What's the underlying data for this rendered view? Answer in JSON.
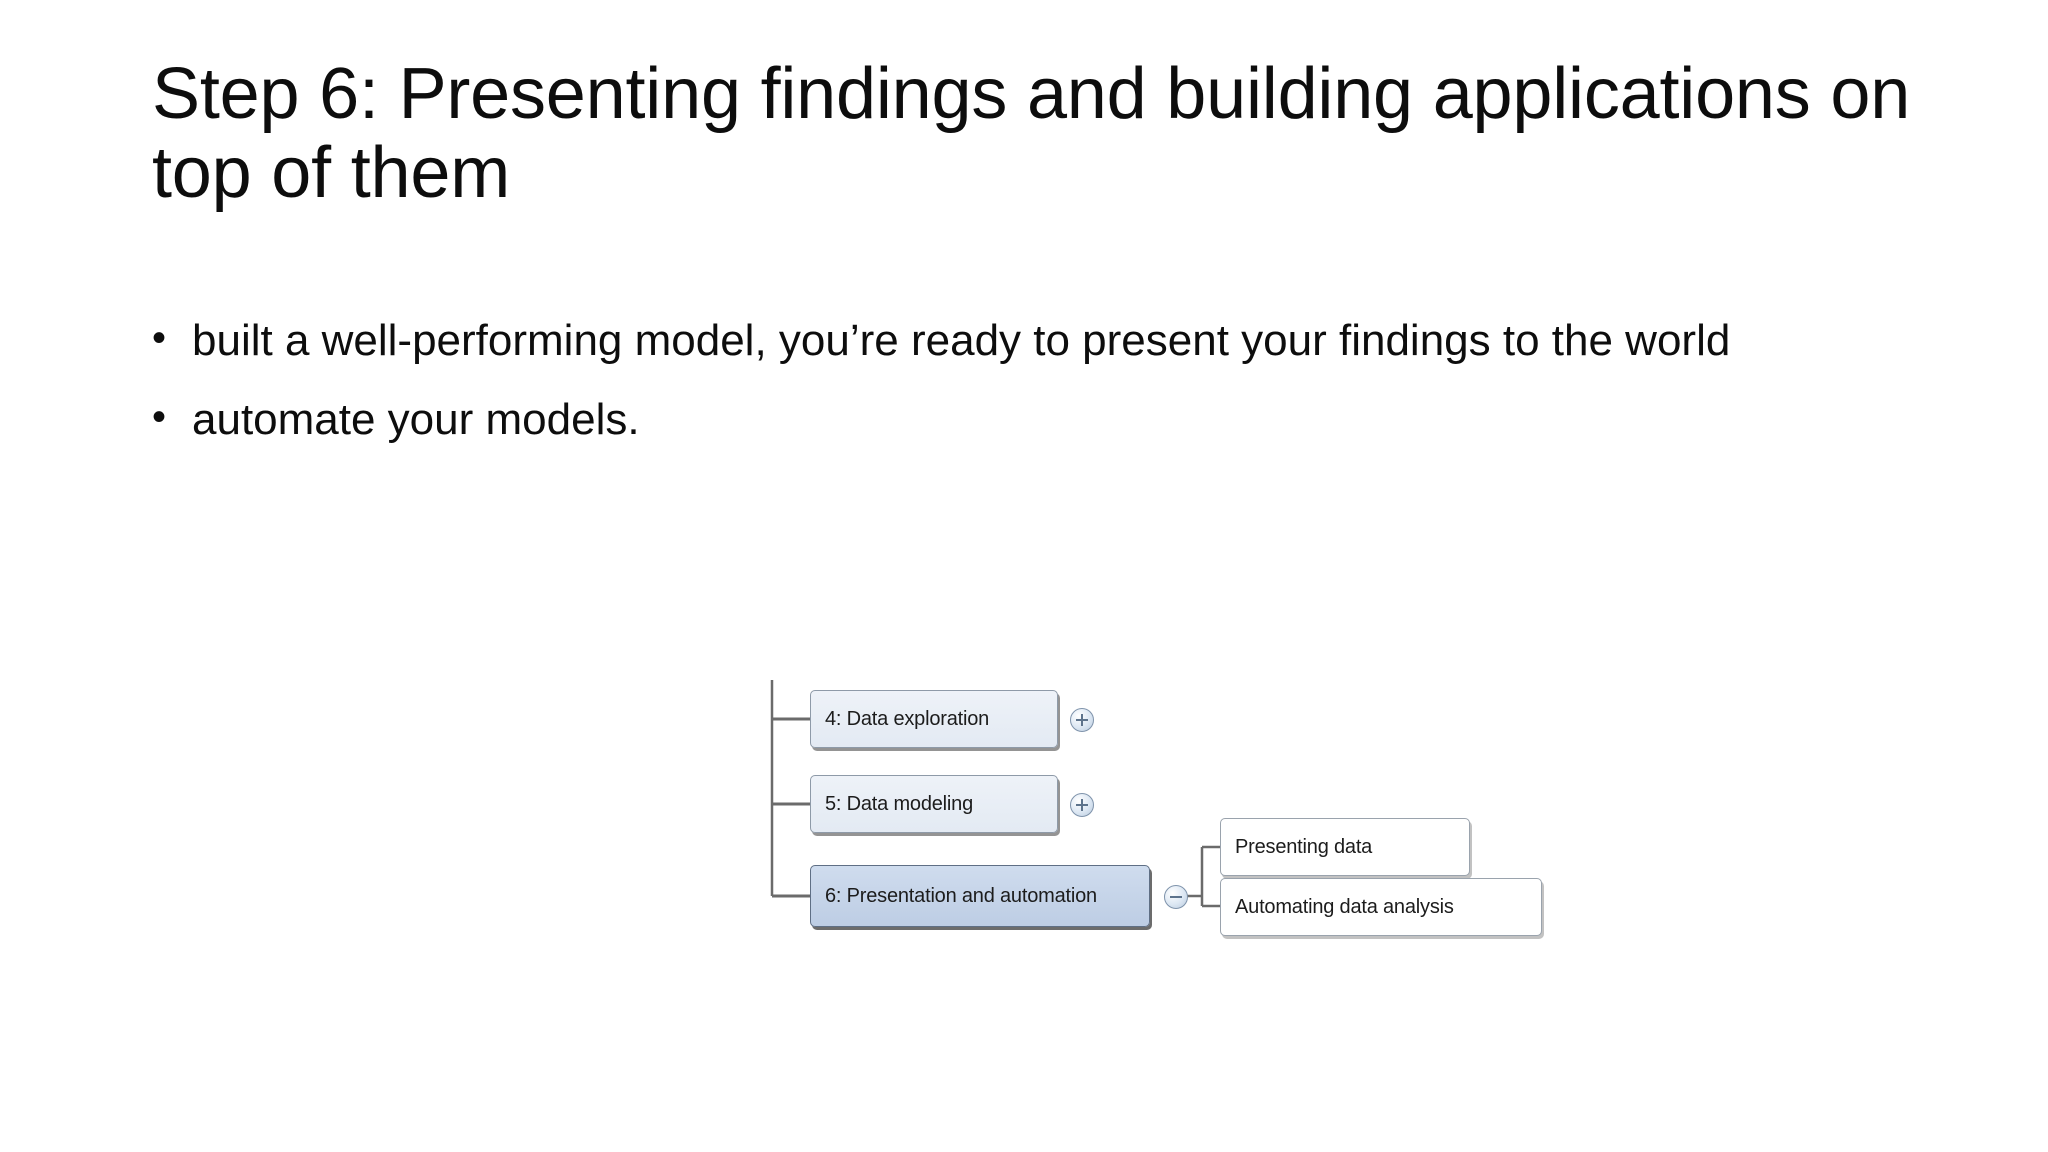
{
  "slide": {
    "title": "Step 6: Presenting findings and building applications on top of them",
    "bullets": [
      {
        "marker": "•",
        "text": "built a well-performing model, you’re ready to present your findings to the world"
      },
      {
        "marker": "•",
        "text": "automate your models."
      }
    ]
  },
  "diagram": {
    "type": "tree",
    "nodes": [
      {
        "id": "step4",
        "label": "4: Data exploration",
        "level": 1,
        "state": "collapsed",
        "expander_icon": "plus-circle-icon"
      },
      {
        "id": "step5",
        "label": "5: Data modeling",
        "level": 1,
        "state": "collapsed",
        "expander_icon": "plus-circle-icon"
      },
      {
        "id": "step6",
        "label": "6: Presentation and automation",
        "level": 1,
        "state": "expanded",
        "selected": true,
        "expander_icon": "minus-circle-icon"
      },
      {
        "id": "presenting-data",
        "label": "Presenting data",
        "level": 2,
        "parent": "step6"
      },
      {
        "id": "automating-data-analysis",
        "label": "Automating data analysis",
        "level": 2,
        "parent": "step6"
      }
    ],
    "colors": {
      "node_fill": "#e8eef5",
      "node_selected_fill": "#c3d2e6",
      "leaf_fill": "#ffffff",
      "node_border": "#8e9aa8",
      "connector": "#6b6b6b",
      "expander_border": "#7f93ab",
      "text": "#1c1c1c"
    }
  },
  "theme": {
    "background": "#ffffff",
    "text_color": "#0d0d0d"
  }
}
